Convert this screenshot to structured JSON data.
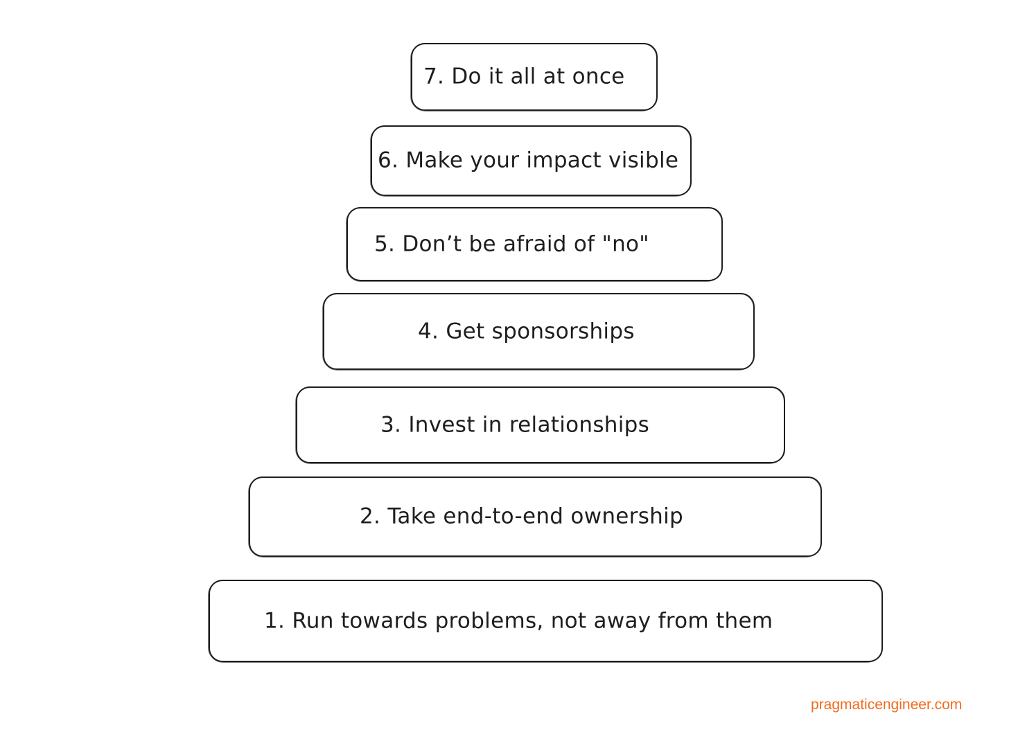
{
  "pyramid": {
    "tiers": [
      {
        "label": "7. Do it all at once"
      },
      {
        "label": "6. Make your impact visible"
      },
      {
        "label": "5. Don’t be afraid of \"no\""
      },
      {
        "label": "4. Get sponsorships"
      },
      {
        "label": "3. Invest in relationships"
      },
      {
        "label": "2. Take end-to-end ownership"
      },
      {
        "label": "1. Run towards problems, not away from them"
      }
    ]
  },
  "footer": {
    "credit": "pragmaticengineer.com"
  },
  "colors": {
    "stroke": "#1e1e1e",
    "credit": "#f26b1d"
  }
}
